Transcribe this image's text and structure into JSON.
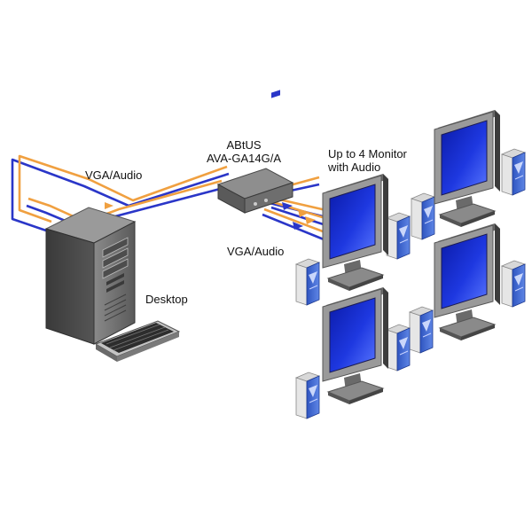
{
  "labels": {
    "device_brand": "ABtUS",
    "device_model": "AVA-GA14G/A",
    "cable_in": "VGA/Audio",
    "cable_out": "VGA/Audio",
    "monitors": "Up to 4 Monitor",
    "monitors_sub": "with Audio",
    "computer": "Desktop"
  },
  "colors": {
    "vga_cable": "#2a36c8",
    "audio_cable": "#f0a040",
    "screen": "#1a2fd0",
    "speaker": "#3a62c6",
    "case": "#4a4a4a"
  }
}
